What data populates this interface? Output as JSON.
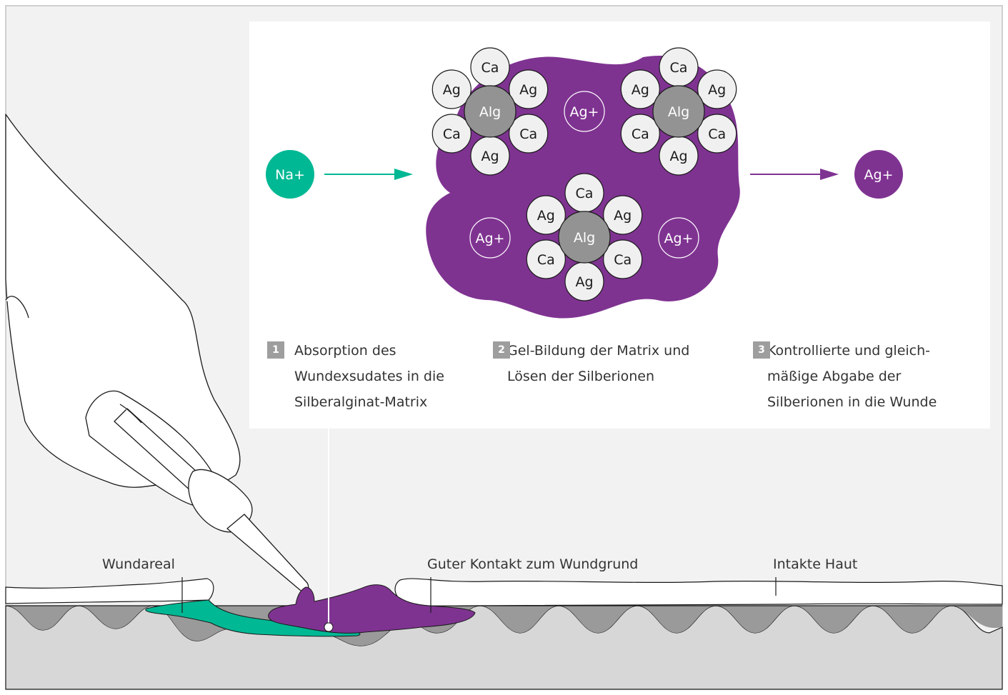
{
  "molecule": {
    "groups": [
      {
        "center": "Alg",
        "ligands": [
          "Ca",
          "Ag",
          "Ca",
          "Ag",
          "Ca",
          "Ag"
        ]
      },
      {
        "center": "Alg",
        "ligands": [
          "Ca",
          "Ag",
          "Ca",
          "Ag",
          "Ca",
          "Ag"
        ]
      },
      {
        "center": "Alg",
        "ligands": [
          "Ca",
          "Ag",
          "Ca",
          "Ag",
          "Ca",
          "Ag"
        ]
      }
    ],
    "free_ions": [
      "Ag+",
      "Ag+",
      "Ag+"
    ]
  },
  "input_ion": "Na+",
  "output_ion": "Ag+",
  "steps": [
    {
      "number": "1",
      "lines": [
        "Absorption des",
        "Wundexsudates in die",
        "Silberalginat-Matrix"
      ]
    },
    {
      "number": "2",
      "lines": [
        "Gel-Bildung der Matrix und",
        "Lösen der Silberionen"
      ]
    },
    {
      "number": "3",
      "lines": [
        "Kontrollierte und gleich-",
        "mäßige Abgabe der",
        "Silberionen in die Wunde"
      ]
    }
  ],
  "labels": {
    "wound_area": "Wundareal",
    "good_contact": "Guter Kontakt zum Wundgrund",
    "intact_skin": "Intakte Haut"
  },
  "colors": {
    "green": "#00b894",
    "purple": "#7f3391",
    "dark_tissue": "#9a9a9a",
    "light_tissue": "#d7d7d7",
    "panel_bg": "#f2f2f2",
    "white_atom": "#f0f0f0",
    "grey_atom": "#939393"
  }
}
